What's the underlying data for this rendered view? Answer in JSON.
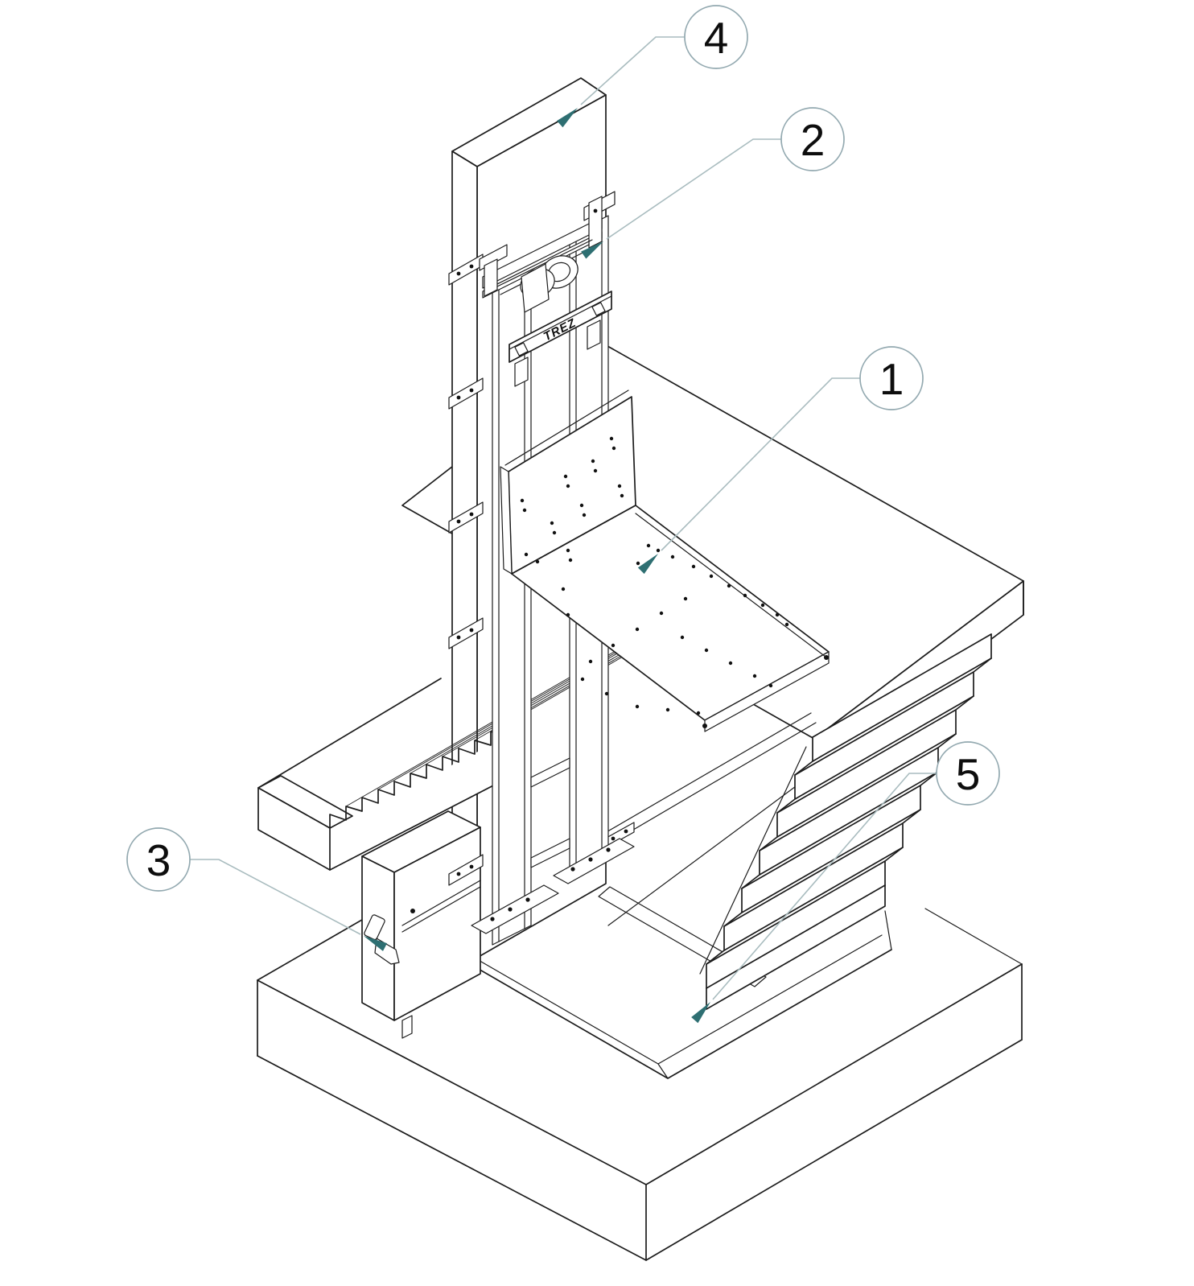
{
  "figure": {
    "kind": "isometric line drawing",
    "subject": "vertical platform lift installation with numbered part callouts"
  },
  "brand_label": "TREZ",
  "callouts": [
    {
      "number": "1"
    },
    {
      "number": "2"
    },
    {
      "number": "3"
    },
    {
      "number": "4"
    },
    {
      "number": "5"
    }
  ],
  "colors": {
    "background": "#ffffff",
    "line": "#1c1c1c",
    "leader": "#a9bcbf",
    "arrowhead": "#2e6f72",
    "callout_stroke": "#93a9b0"
  }
}
